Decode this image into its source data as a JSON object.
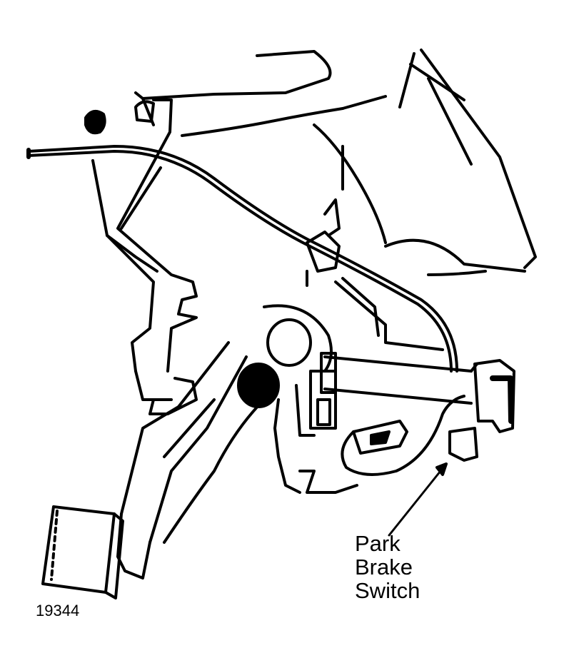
{
  "callout": {
    "line1": "Park",
    "line2": "Brake",
    "line3": "Switch"
  },
  "figure_number": "19344",
  "colors": {
    "ink": "#000000",
    "paper": "#ffffff"
  }
}
